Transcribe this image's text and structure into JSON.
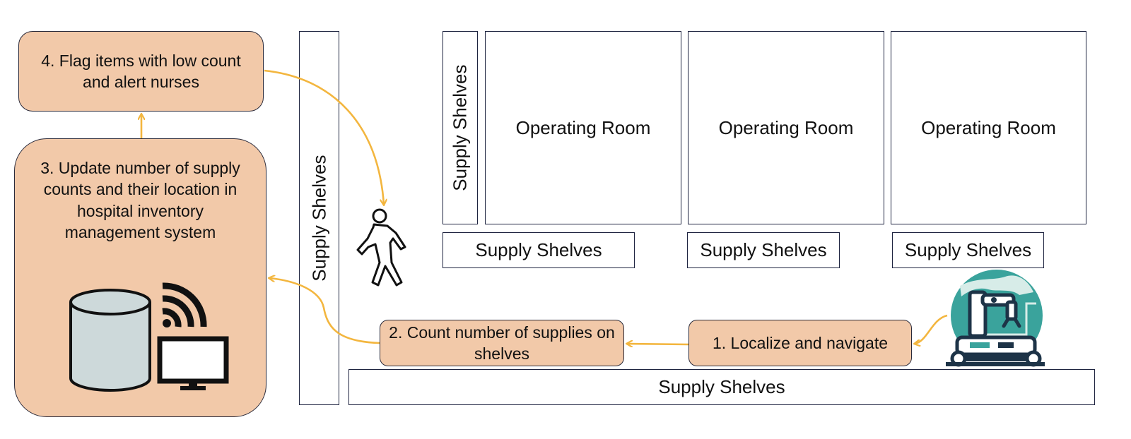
{
  "steps": {
    "flag": "4. Flag items with low count and alert nurses",
    "update": "3. Update number of supply counts and their location in hospital inventory management system",
    "count": "2. Count number of supplies on shelves",
    "localize": "1. Localize and navigate"
  },
  "labels": {
    "supply_shelves": "Supply Shelves",
    "operating_room": "Operating Room"
  },
  "colors": {
    "step_fill": "#f2c9a9",
    "arrow": "#f3b63f",
    "outline": "#1e2440",
    "robot_teal": "#3aa39c",
    "robot_dark": "#1d3347"
  },
  "icons": [
    "database-icon",
    "wifi-icon",
    "monitor-icon",
    "walking-person-icon",
    "robot-icon"
  ]
}
